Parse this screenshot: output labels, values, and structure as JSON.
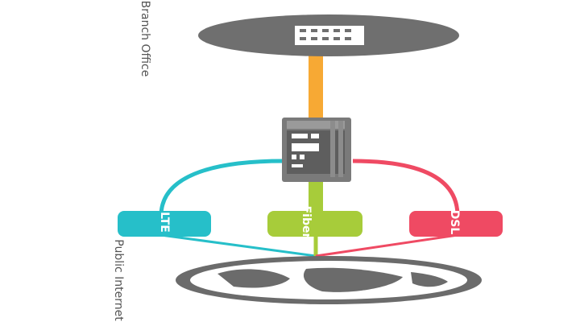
{
  "labels": {
    "branch_office": "Branch Office",
    "public_internet": "Public Internet"
  },
  "links": [
    {
      "name": "LTE",
      "color": "#26bfc9"
    },
    {
      "name": "Fiber",
      "color": "#a7cc3a"
    },
    {
      "name": "DSL",
      "color": "#ef4a63"
    }
  ],
  "colors": {
    "uplink": "#f7a934",
    "node_gray": "#6f6f6f",
    "device_gray": "#7a7a7a",
    "globe_gray": "#6b6b6b"
  },
  "icons": {
    "branch": "building-icon",
    "router": "router-icon",
    "internet": "globe-icon"
  }
}
